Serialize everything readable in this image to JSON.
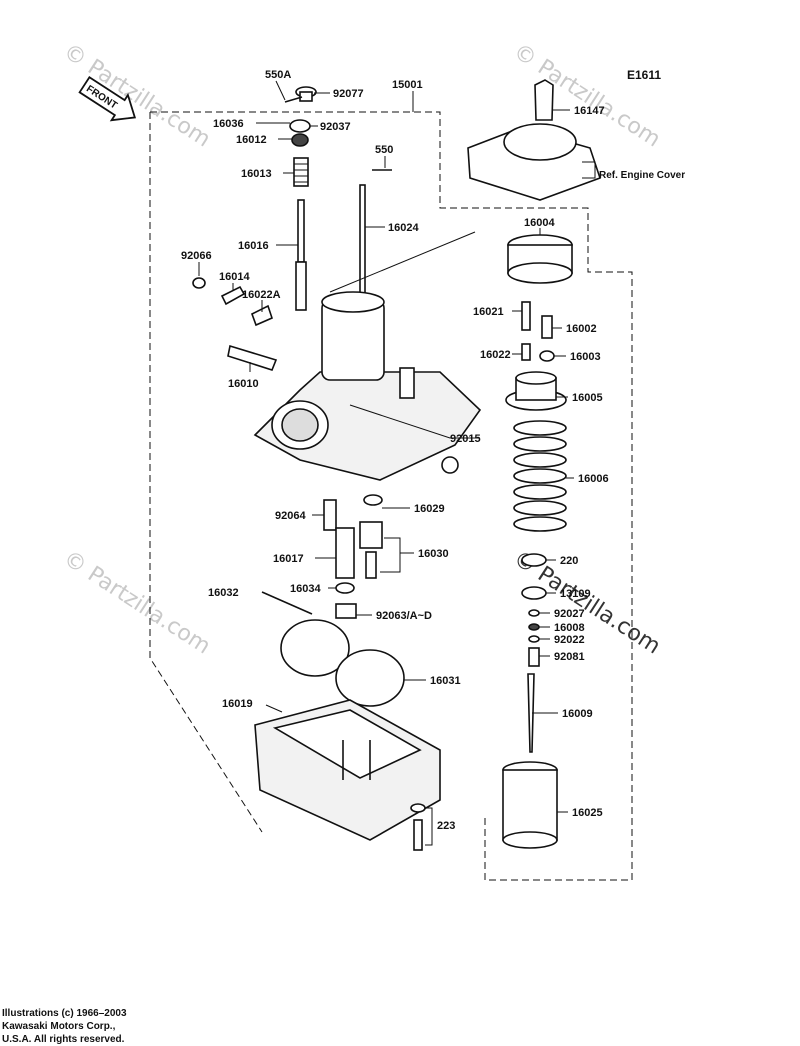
{
  "diagram_code": "E1611",
  "front_arrow": "FRONT",
  "ref_note": "Ref. Engine Cover",
  "watermark": "© Partzilla.com",
  "copyright": [
    "Illustrations (c) 1966–2003",
    "Kawasaki Motors Corp.,",
    "U.S.A.  All rights reserved."
  ],
  "labels": {
    "p550a": "550A",
    "p92077": "92077",
    "p15001": "15001",
    "p16036": "16036",
    "p92037": "92037",
    "p16012": "16012",
    "p550": "550",
    "p16013": "16013",
    "p16024": "16024",
    "p16016": "16016",
    "p92066": "92066",
    "p16014": "16014",
    "p16022a": "16022A",
    "p16010": "16010",
    "p92015": "92015",
    "p92064": "92064",
    "p16029": "16029",
    "p16017": "16017",
    "p16030": "16030",
    "p16034": "16034",
    "p16032": "16032",
    "p92063": "92063/A~D",
    "p16031": "16031",
    "p16019": "16019",
    "p223": "223",
    "p16147": "16147",
    "p16004": "16004",
    "p16021": "16021",
    "p16002": "16002",
    "p16022": "16022",
    "p16003": "16003",
    "p16005": "16005",
    "p16006": "16006",
    "p220": "220",
    "p13109": "13109",
    "p92027": "92027",
    "p16008": "16008",
    "p92022": "92022",
    "p92081": "92081",
    "p16009": "16009",
    "p16025": "16025"
  }
}
